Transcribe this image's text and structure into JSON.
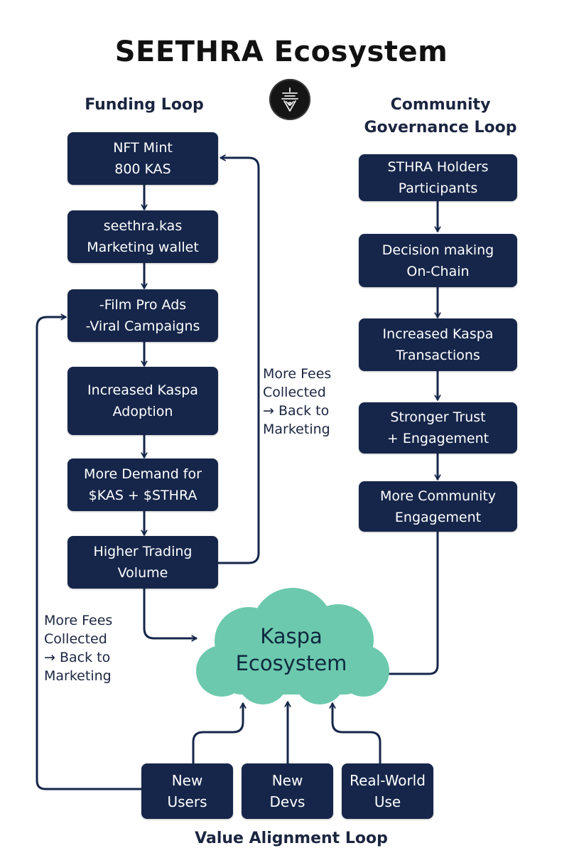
{
  "title": "SEETHRA Ecosystem",
  "logo": {
    "icon": "seethra-logo-icon"
  },
  "funding_loop": {
    "title": "Funding Loop",
    "steps": [
      {
        "line1": "NFT Mint",
        "line2": "800 KAS"
      },
      {
        "line1": "seethra.kas",
        "line2": "Marketing wallet"
      },
      {
        "line1": "-Film Pro Ads",
        "line2": "-Viral Campaigns"
      },
      {
        "line1": "Increased Kaspa",
        "line2": "Adoption"
      },
      {
        "line1": "More Demand for",
        "line2": "$KAS + $STHRA"
      },
      {
        "line1": "Higher Trading",
        "line2": "Volume"
      }
    ],
    "feedback_note": {
      "line1": "More Fees",
      "line2": "Collected",
      "line3": "→ Back to",
      "line4": "Marketing"
    }
  },
  "governance_loop": {
    "title_line1": "Community",
    "title_line2": "Governance Loop",
    "steps": [
      {
        "line1": "STHRA Holders",
        "line2": "Participants"
      },
      {
        "line1": "Decision making",
        "line2": "On-Chain"
      },
      {
        "line1": "Increased Kaspa",
        "line2": "Transactions"
      },
      {
        "line1": "Stronger Trust",
        "line2": "+ Engagement"
      },
      {
        "line1": "More Community",
        "line2": "Engagement"
      }
    ]
  },
  "hub": {
    "line1": "Kaspa",
    "line2": "Ecosystem"
  },
  "value_loop": {
    "title": "Value Alignment Loop",
    "items": [
      {
        "line1": "New",
        "line2": "Users"
      },
      {
        "line1": "New",
        "line2": "Devs"
      },
      {
        "line1": "Real-World",
        "line2": "Use"
      }
    ],
    "feedback_note": {
      "line1": "More Fees",
      "line2": "Collected",
      "line3": "→ Back to",
      "line4": "Marketing"
    }
  },
  "colors": {
    "box": "#16264a",
    "line": "#16264a",
    "cloud": "#6cc9ad",
    "text": "#1b2540"
  }
}
